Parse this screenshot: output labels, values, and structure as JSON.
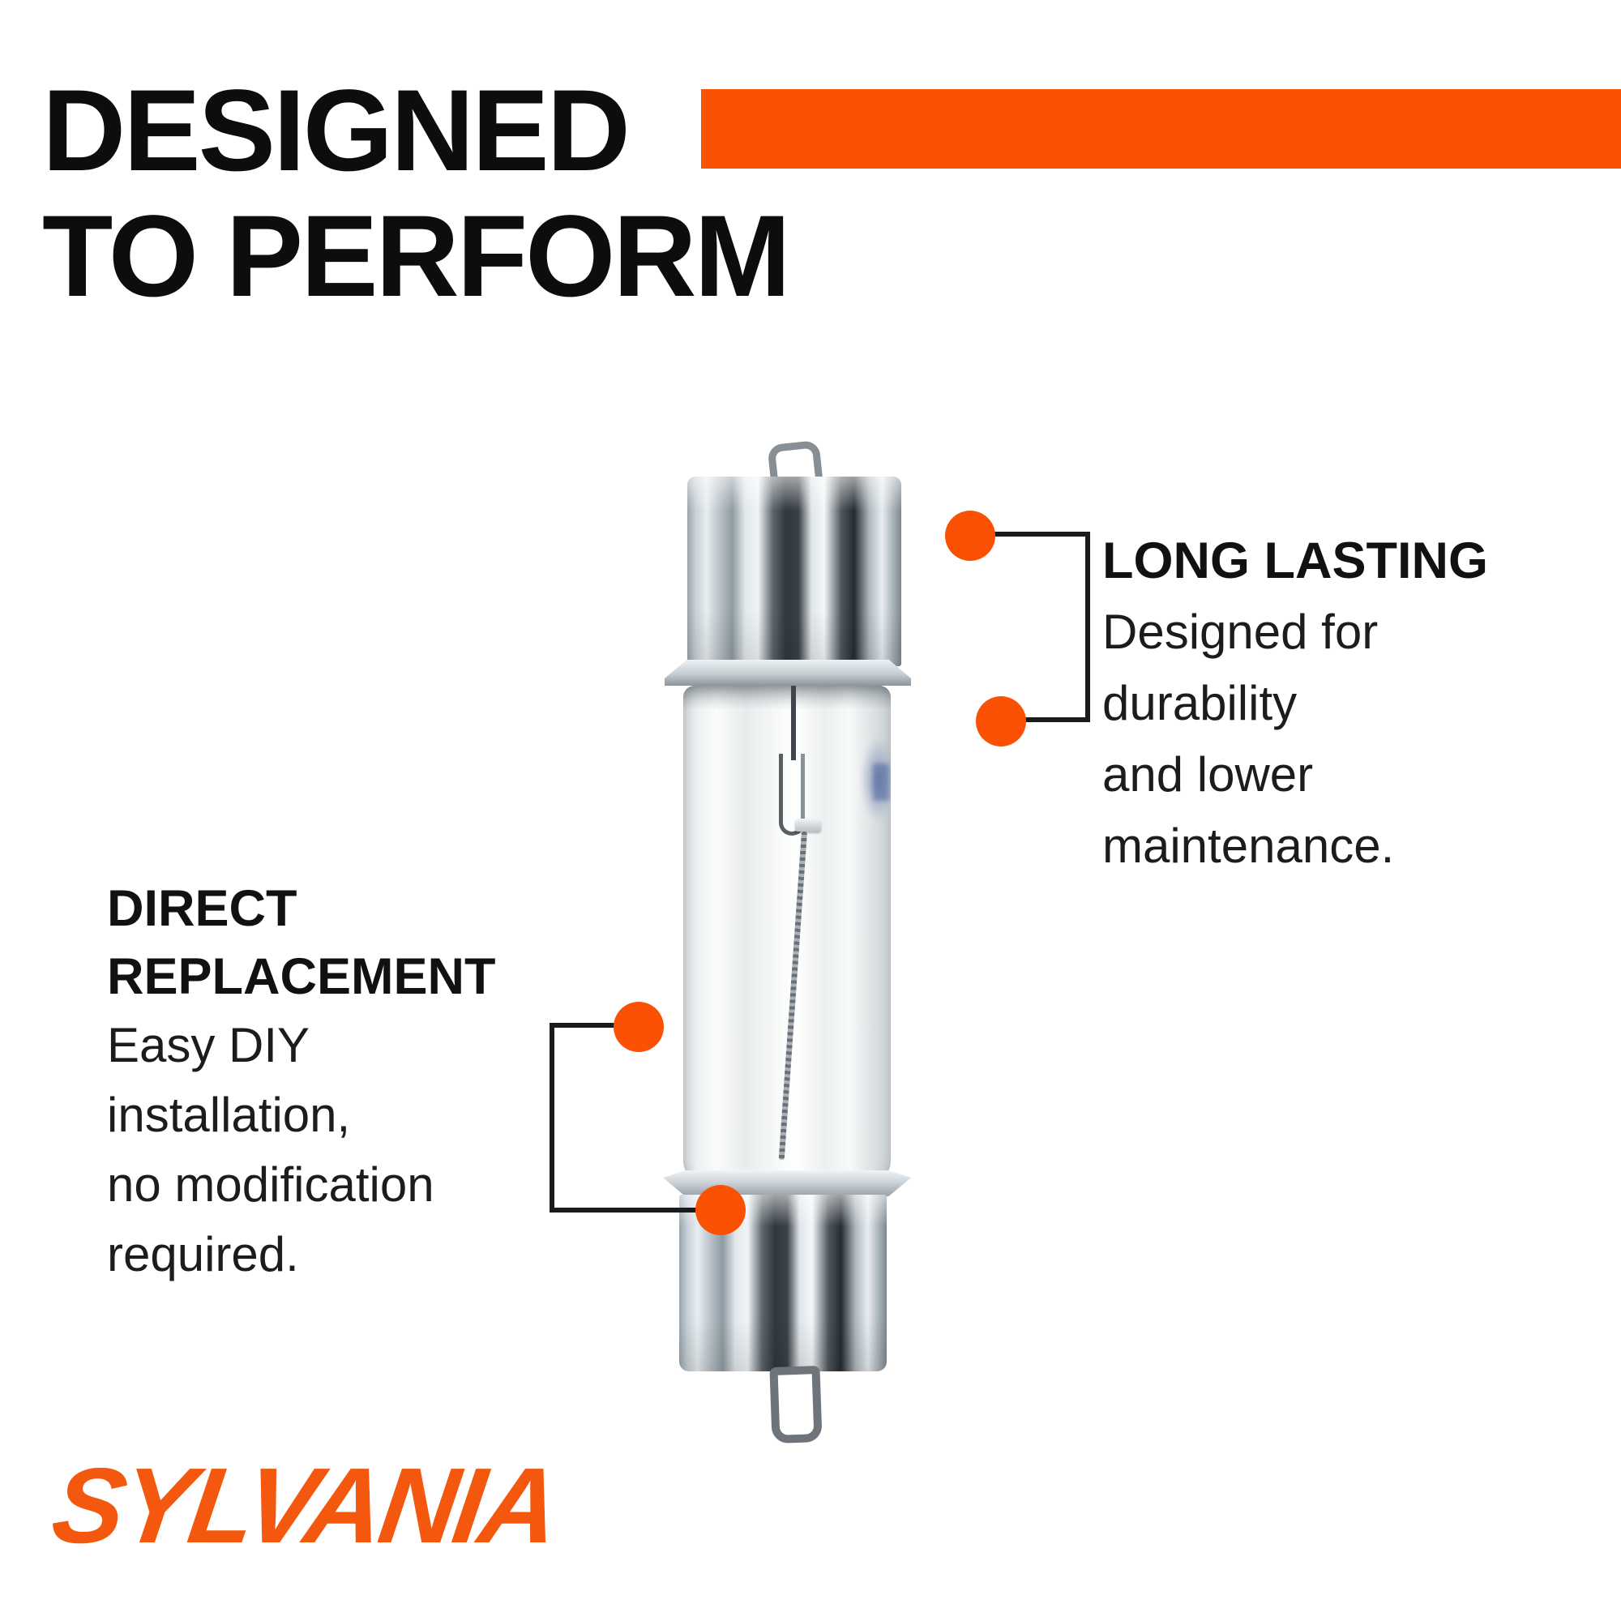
{
  "title": {
    "line1": "DESIGNED",
    "line2": "TO PERFORM"
  },
  "callouts": {
    "long_lasting": {
      "heading": "LONG LASTING",
      "body_lines": [
        "Designed for",
        "durability",
        "and lower",
        "maintenance."
      ]
    },
    "direct_replacement": {
      "heading_lines": [
        "DIRECT",
        "REPLACEMENT"
      ],
      "body_lines": [
        "Easy DIY",
        "installation,",
        "no modification",
        "required."
      ]
    }
  },
  "brand": {
    "logo_text": "SYLVANIA"
  },
  "product": {
    "subject": "festoon-bulb-photo"
  },
  "colors": {
    "accent_orange": "#FB5104",
    "logo_orange": "#F4580E",
    "text_black": "#0D0D0D",
    "connector_black": "#1A1A1A",
    "background": "#FFFFFF"
  }
}
